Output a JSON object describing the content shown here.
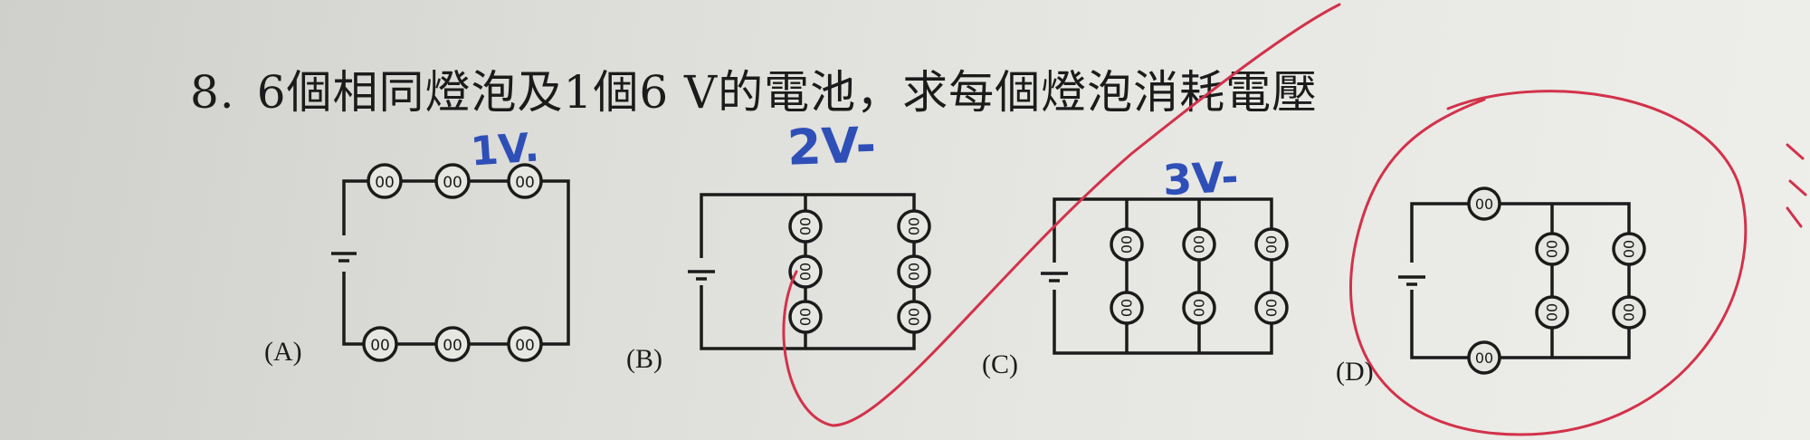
{
  "question": {
    "number": "8.",
    "text": "6個相同燈泡及1個6 V的電池，求每個燈泡消耗電壓"
  },
  "options": [
    {
      "label": "(A)",
      "bulb_text": "00",
      "annotation": "1V."
    },
    {
      "label": "(B)",
      "bulb_text": "00",
      "annotation": "2V-"
    },
    {
      "label": "(C)",
      "bulb_text": "00",
      "annotation": "3V-"
    },
    {
      "label": "(D)",
      "bulb_text": "00",
      "annotation": ""
    }
  ],
  "colors": {
    "ink": "#1b1b1b",
    "pen_blue": "#2f4fb8",
    "pen_red": "#d2324a"
  }
}
